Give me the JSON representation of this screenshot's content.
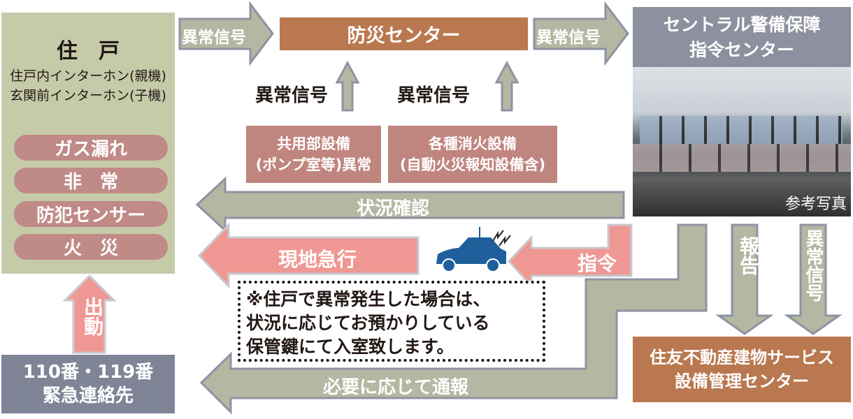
{
  "residence": {
    "title": "住　戸",
    "line1": "住戸内インターホン(親機)",
    "line2": "玄関前インターホン(子機)",
    "alarms": [
      "ガス漏れ",
      "非　常",
      "防犯センサー",
      "火　災"
    ]
  },
  "arrows": {
    "signal_to_disaster": "異常信号",
    "signal_to_central": "異常信号",
    "signal_up_left": "異常信号",
    "signal_up_right": "異常信号",
    "status_check": "状況確認",
    "rush_to_site": "現地急行",
    "command": "指令",
    "report": "報告",
    "signal_down": "異常信号",
    "dispatch": "出動",
    "notify_as_needed": "必要に応じて通報"
  },
  "disaster_center": "防災センター",
  "central": {
    "title_line1": "セントラル警備保障",
    "title_line2": "指令センター",
    "photo_caption": "参考写真"
  },
  "common_equipment": {
    "line1": "共用部設備",
    "line2": "(ポンプ室等)異常"
  },
  "fire_equipment": {
    "line1": "各種消火設備",
    "line2": "(自動火災報知設備含)"
  },
  "note": {
    "line1": "※住戸で異常発生した場合は、",
    "line2": "状況に応じてお預かりしている",
    "line3": "保管鍵にて入室致します。"
  },
  "emergency": {
    "line1": "110番・119番",
    "line2": "緊急連絡先"
  },
  "facility_center": {
    "line1": "住友不動産建物サービス",
    "line2": "設備管理センター"
  },
  "colors": {
    "green_box": "#c5cba9",
    "pill": "#c08a86",
    "brown": "#b9784f",
    "gray_arrow": "#b4b7a1",
    "pink_arrow": "#ef9893",
    "gray_box": "#7f8597",
    "car": "#1f5f9b"
  }
}
